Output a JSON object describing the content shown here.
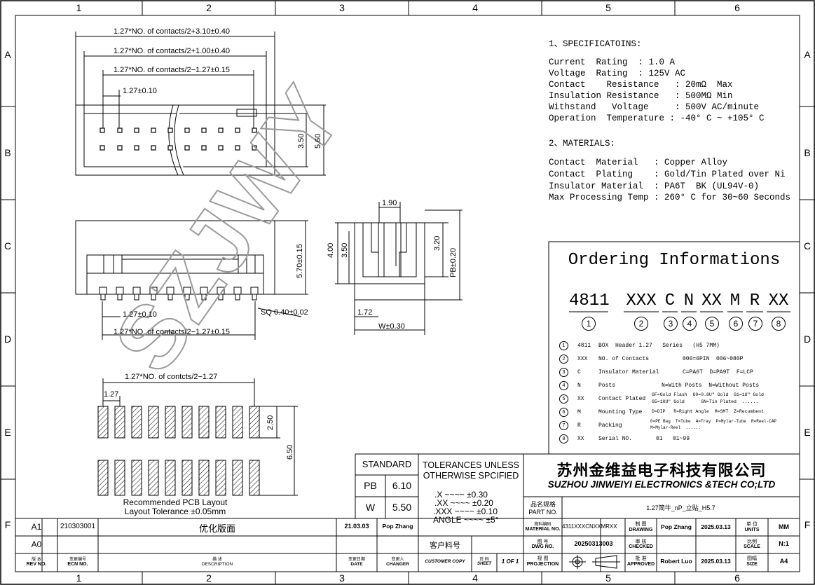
{
  "grid": {
    "columns": [
      "1",
      "2",
      "3",
      "4",
      "5",
      "6"
    ],
    "rows": [
      "A",
      "B",
      "C",
      "D",
      "E",
      "F"
    ]
  },
  "watermark": "SZJWY",
  "dims": {
    "top_d1": "1.27*NO. of contacts/2+3.10±0.40",
    "top_d2": "1.27*NO. of contacts/2+1.00±0.40",
    "top_d3": "1.27*NO. of contacts/2−1.27±0.15",
    "top_pitch": "1.27±0.10",
    "top_h1": "3.50",
    "top_h2": "5.60",
    "front_pitch": "1.27±0.10",
    "front_sq": "SQ 0.40±0.02",
    "front_len": "1.27*NO. of contacts/2−1.27±0.15",
    "front_h": "5.70±0.15",
    "side_w": "1.90",
    "side_h1": "4.00",
    "side_h2": "3.50",
    "side_h3": "3.20",
    "side_pb": "PB±0.20",
    "side_172": "1.72",
    "side_wdim": "W±0.30",
    "pcb_len": "1.27*NO. of contcts/2−1.27",
    "pcb_pitch": "1.27",
    "pcb_h1": "2.50",
    "pcb_h2": "6.50",
    "pcb_caption1": "Recommended PCB Layout",
    "pcb_caption2": "Layout Tolerance ±0.05mm"
  },
  "specs": {
    "title1": "1、SPECIFICATOINS:",
    "lines1": [
      "Current  Rating  : 1.0 A",
      "Voltage  Rating  : 125V AC",
      "Contact    Resistance   : 20mΩ  Max",
      "Insulation Resistance   : 500MΩ Min",
      "Withstand   Voltage     : 500V AC/minute",
      "Operation  Temperature : -40° C ~ +105° C"
    ],
    "title2": "2、MATERIALS:",
    "lines2": [
      "Contact  Material   : Copper Alloy",
      "Contact  Plating    : Gold/Tin Plated over Ni",
      "Insulator Material  : PA6T  BK (UL94V-0)",
      "Max Processing Temp : 260° C for 30~60 Seconds"
    ]
  },
  "ordering": {
    "title": "Ordering Informations",
    "codes": [
      "4811",
      "XXX",
      "C",
      "N",
      "XX",
      "M",
      "R",
      "XX"
    ],
    "nums": [
      "1",
      "2",
      "3",
      "4",
      "5",
      "6",
      "7",
      "8"
    ],
    "rows": [
      {
        "n": "1",
        "code": "4811",
        "name": "BOX  Header 1.27   Series   (H5 7MM)",
        "desc": ""
      },
      {
        "n": "2",
        "code": "XXX",
        "name": "NO. of Contacts",
        "desc": "006=6PIN  006~080P"
      },
      {
        "n": "3",
        "code": "C",
        "name": "Insulator Material",
        "desc": "C=PA6T  D=PA9T  F=LCP"
      },
      {
        "n": "4",
        "code": "N",
        "name": "Posts",
        "desc": "N=With Posts  N=Without Posts"
      },
      {
        "n": "5",
        "code": "XX",
        "name": "Contact Plated",
        "desc": "GF=Gold Flash  G0=0.8U\" Gold  G1=1U\" Gold",
        "desc2": "G5=10U\" Gold      SN=Tin Plated  ......"
      },
      {
        "n": "6",
        "code": "M",
        "name": "Mounting Type",
        "desc": "D=DIP   R=Right Angle  M=SMT  Z=Recumbent"
      },
      {
        "n": "7",
        "code": "R",
        "name": "Packing",
        "desc": "0=PE Bag  T=Tube  A=Tray  P=Mylar-Tube  R=Reel-CAP",
        "desc2": "M=Mylar-Reel  ......"
      },
      {
        "n": "8",
        "code": "XX",
        "name": "Serial NO.",
        "desc": "01   01~99"
      }
    ]
  },
  "standard": {
    "title": "STANDARD",
    "rows": [
      {
        "k": "PB",
        "v": "6.10"
      },
      {
        "k": "W",
        "v": "5.50"
      }
    ]
  },
  "tolerance": {
    "title1": "TOLERANCES UNLESS",
    "title2": "OTHERWISE SPCIFIED",
    "lines": [
      ".X  ~~~~  ±0.30",
      ".XX  ~~~~  ±0.20",
      ".XXX  ~~~~  ±0.10",
      "ANGLE  ~~~~  ±5°"
    ]
  },
  "company": {
    "cn": "苏州金维益电子科技有限公司",
    "en": "SUZHOU JINWEIYI ELECTRONICS &TECH CO;LTD"
  },
  "titleblock": {
    "spec_label_cn": "品名规格",
    "spec_label_en": "PART NO.",
    "spec_value": "1.27简牛_nP_立贴_H5.7",
    "material_cn": "物料编码",
    "material_en": "MATERIAL NO.",
    "material_value": "4311XXXCNXXMRXX",
    "drawing_cn": "制 图",
    "drawing_en": "DRAWING",
    "drawing_name": "Pop Zhang",
    "drawing_date": "2025.03.13",
    "units_cn": "单 位",
    "units_en": "UNITS",
    "units_value": "MM",
    "dwg_cn": "图 号",
    "dwg_en": "DWG NO.",
    "dwg_value": "20250313003",
    "checked_cn": "审 核",
    "checked_en": "CHECKED",
    "scale_cn": "比例",
    "scale_en": "SCALE",
    "scale_value": "N:1",
    "customer_part": "客户料号",
    "customer_copy": "CUSTOMER COPY",
    "sheet_cn": "页 码",
    "sheet_en": "SHEET",
    "sheet_value": "1 OF 1",
    "proj_cn": "视 图",
    "proj_en": "PROJECTION",
    "approved_cn": "批 准",
    "approved_en": "APPROVED",
    "approved_name": "Robert Luo",
    "approved_date": "2025.03.13",
    "size_cn": "图幅",
    "size_en": "SIZE",
    "size_value": "A4"
  },
  "revisions": {
    "rows": [
      {
        "rev": "A1",
        "ecn": "210303001",
        "desc": "优化版面",
        "date": "21.03.03",
        "changer": "Pop Zhang"
      },
      {
        "rev": "A0",
        "ecn": "",
        "desc": "",
        "date": "",
        "changer": ""
      }
    ],
    "hdr_rev_cn": "版 本",
    "hdr_rev": "REV NO.",
    "hdr_ecn_cn": "变更编号",
    "hdr_ecn": "ECN  NO.",
    "hdr_desc_cn": "描 述",
    "hdr_desc": "DESCRIPTION",
    "hdr_date_cn": "变更日期",
    "hdr_date": "DATE",
    "hdr_changer_cn": "变更人",
    "hdr_changer": "CHANGER"
  }
}
